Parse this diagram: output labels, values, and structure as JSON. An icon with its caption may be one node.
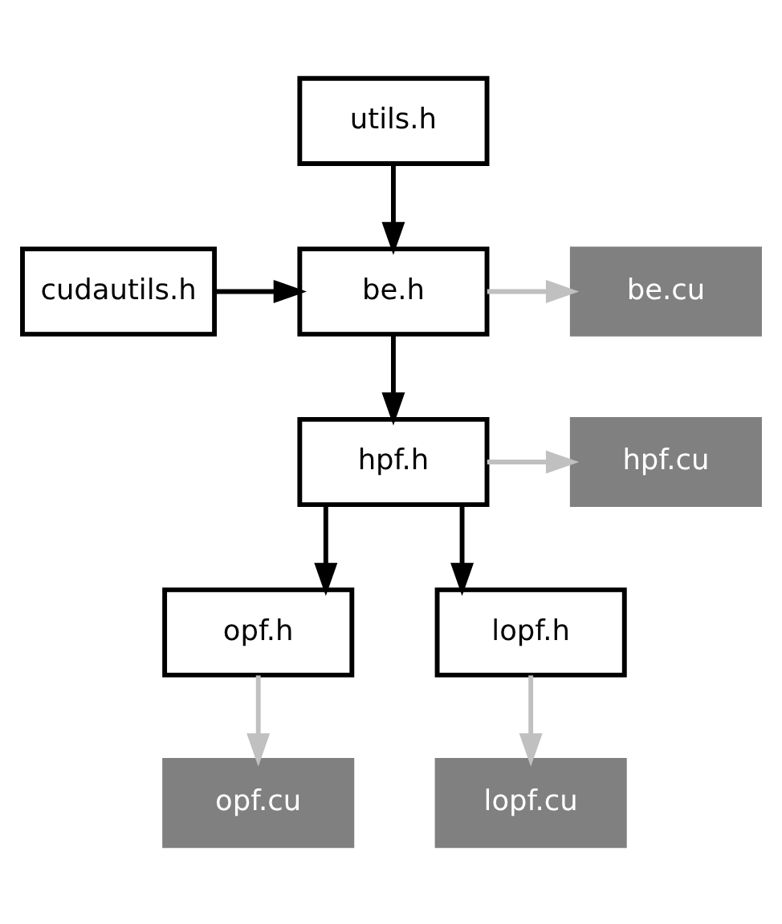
{
  "diagram": {
    "nodes": [
      {
        "text": [
          "utils.h"
        ]
      },
      {
        "text": [
          "cudautils.h"
        ]
      },
      {
        "text": [
          "be.h"
        ]
      },
      {
        "text": [
          "be.cu"
        ]
      },
      {
        "text": [
          "hpf.h"
        ]
      },
      {
        "text": [
          "hpf.cu"
        ]
      },
      {
        "text": [
          "opf.h"
        ]
      },
      {
        "text": [
          "lopf.h"
        ]
      },
      {
        "text": [
          "opf.cu"
        ]
      },
      {
        "text": [
          "lopf.cu"
        ]
      }
    ],
    "edges": [
      {
        "from": 0,
        "to": 2,
        "arrow": "to"
      },
      {
        "from": 1,
        "to": 2,
        "arrow": "to"
      },
      {
        "from": 2,
        "to": 3,
        "arrow": "to",
        "color": "#c0c0c0"
      },
      {
        "from": 2,
        "to": 4,
        "arrow": "to"
      },
      {
        "from": 4,
        "to": 5,
        "arrow": "to",
        "color": "#c0c0c0"
      },
      {
        "from": 4,
        "to": 6,
        "arrow": "to"
      },
      {
        "from": 4,
        "to": 7,
        "arrow": "to"
      },
      {
        "from": 6,
        "to": 8,
        "arrow": "to",
        "color": "#c0c0c0"
      },
      {
        "from": 7,
        "to": 9,
        "arrow": "to",
        "color": "#c0c0c0"
      }
    ]
  }
}
